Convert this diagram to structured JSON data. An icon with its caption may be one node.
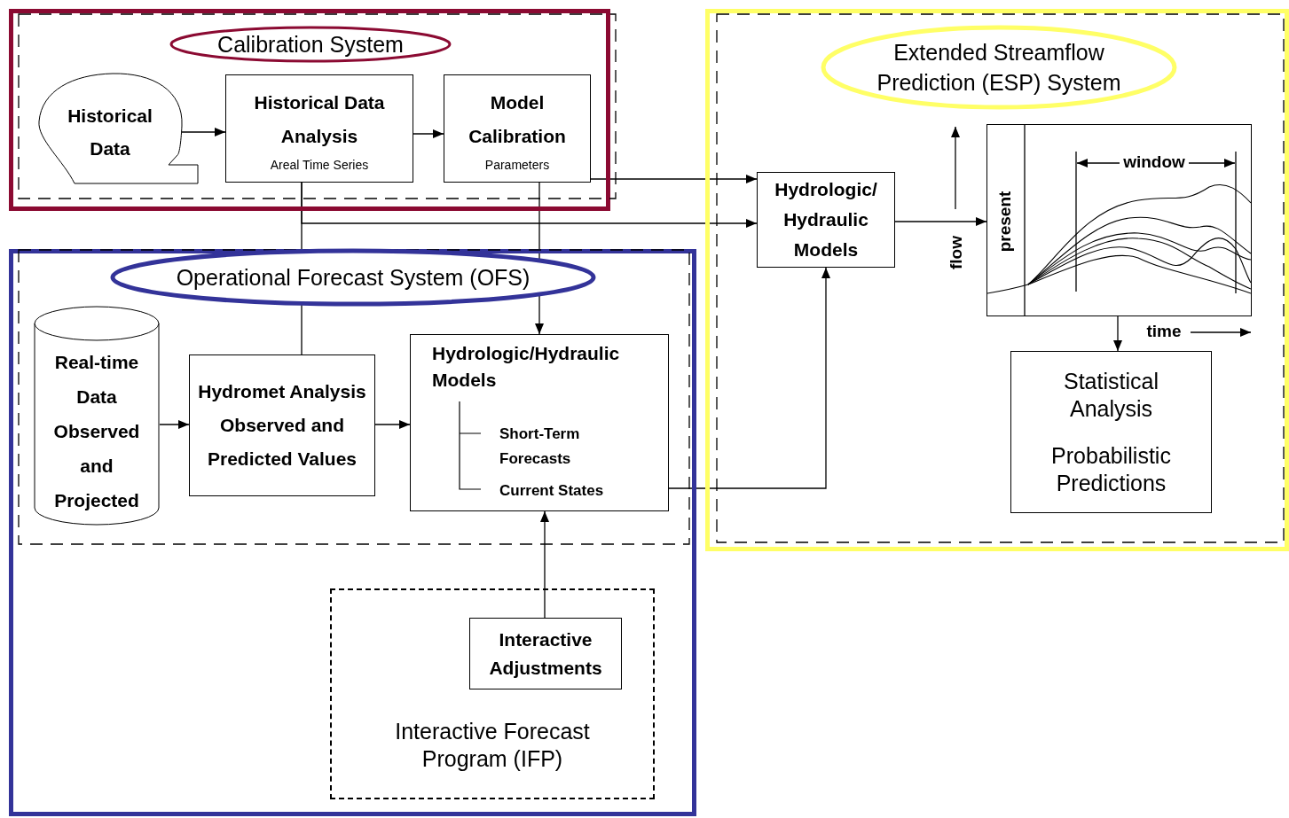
{
  "diagram": {
    "nodes": [
      {
        "text": [
          "Calibration System"
        ]
      },
      {
        "text": [
          "Historical Data"
        ],
        "in": 0
      },
      {
        "text": [
          "Historical Data Analysis",
          "Areal Time Series"
        ],
        "in": 0
      },
      {
        "text": [
          "Model Calibration",
          "Parameters"
        ],
        "in": 0
      },
      {
        "text": [
          "Operational Forecast System (OFS)"
        ]
      },
      {
        "text": [
          "Real-time Data Observed and Projected"
        ],
        "in": 4
      },
      {
        "text": [
          "Hydromet Analysis",
          "Observed and Predicted Values"
        ],
        "in": 4
      },
      {
        "text": [
          "Hydrologic/Hydraulic Models",
          "Short-Term Forecasts",
          "Current States"
        ],
        "in": 4
      },
      {
        "text": [
          "Interactive Forecast Program (IFP)"
        ],
        "in": 4
      },
      {
        "text": [
          "Interactive Adjustments"
        ],
        "in": 8
      },
      {
        "text": [
          "Extended Streamflow Prediction (ESP) System"
        ]
      },
      {
        "text": [
          "Hydrologic/ Hydraulic Models"
        ],
        "in": 10
      },
      {
        "text": [],
        "shape": "box",
        "in": 10
      },
      {
        "text": [
          "Statistical Analysis",
          "Probabilistic Predictions"
        ],
        "in": 10
      }
    ],
    "edges": [
      {
        "from": 1,
        "to": 2,
        "arrow": "to"
      },
      {
        "from": 2,
        "to": 3,
        "arrow": "to"
      },
      {
        "from": 3,
        "to": 11,
        "arrow": "to"
      },
      {
        "from": 2,
        "to": 11,
        "arrow": "to"
      },
      {
        "from": 2,
        "to": 6,
        "arrow": "none"
      },
      {
        "from": 3,
        "to": 7,
        "arrow": "to"
      },
      {
        "from": 5,
        "to": 6,
        "arrow": "to"
      },
      {
        "from": 6,
        "to": 7,
        "arrow": "to"
      },
      {
        "from": 7,
        "to": 11,
        "arrow": "to"
      },
      {
        "from": 9,
        "to": 7,
        "arrow": "to"
      },
      {
        "from": 11,
        "to": 12,
        "arrow": "to"
      },
      {
        "from": 12,
        "to": 13,
        "arrow": "to"
      }
    ],
    "labels": [
      "flow",
      "present",
      "window",
      "time"
    ]
  }
}
